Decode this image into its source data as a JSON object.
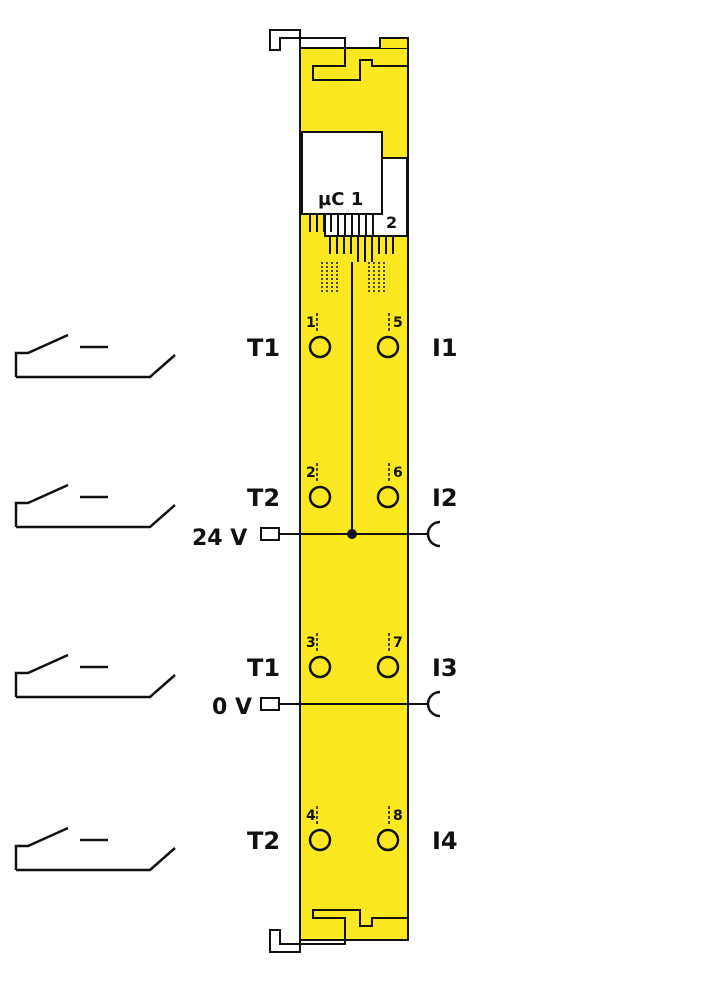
{
  "colors": {
    "module": "#fbe821",
    "ink": "#111111",
    "chip": "#ffffff"
  },
  "chips": {
    "primary": "µC 1",
    "secondary": "2"
  },
  "pins": [
    "1",
    "5",
    "2",
    "6",
    "3",
    "7",
    "4",
    "8"
  ],
  "labels": {
    "left": [
      "T1",
      "T2",
      "T1",
      "T2"
    ],
    "right": [
      "I1",
      "I2",
      "I3",
      "I4"
    ]
  },
  "supply": {
    "positive": "24 V",
    "negative": "0 V"
  },
  "icons": {
    "switch": "normally-open-switch-icon",
    "terminal": "terminal-circle-icon",
    "supply_plug": "supply-square-terminal-icon",
    "supply_socket": "supply-socket-cup-icon"
  }
}
